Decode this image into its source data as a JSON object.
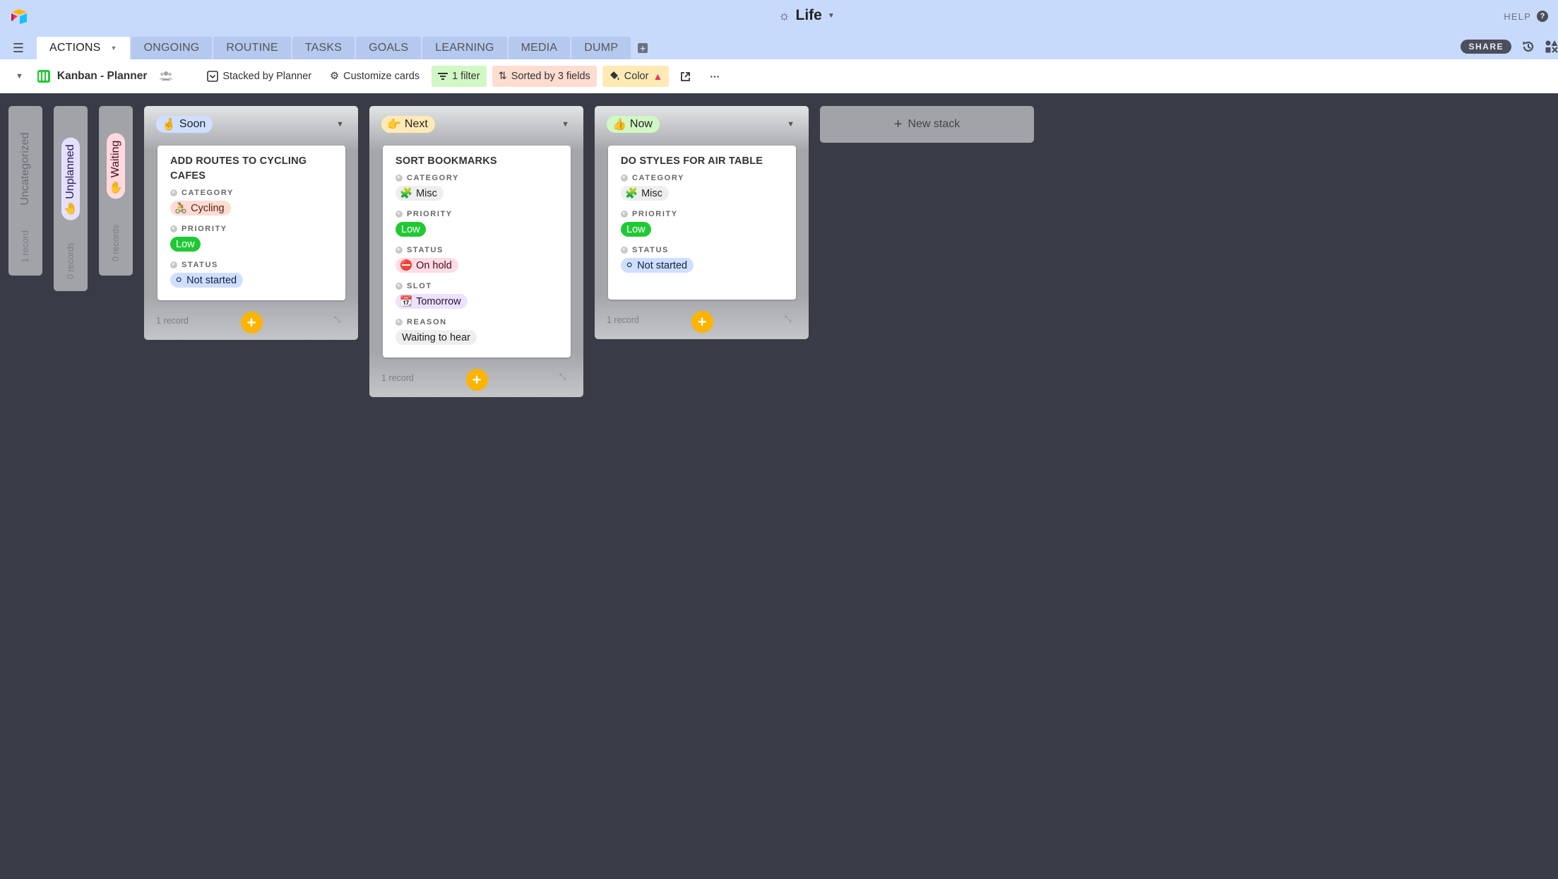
{
  "header": {
    "base_name": "Life",
    "base_icon": "☼",
    "help_label": "HELP",
    "help_icon": "?",
    "share_label": "SHARE"
  },
  "tabs": [
    {
      "label": "ACTIONS",
      "active": true
    },
    {
      "label": "ONGOING"
    },
    {
      "label": "ROUTINE"
    },
    {
      "label": "TASKS"
    },
    {
      "label": "GOALS"
    },
    {
      "label": "LEARNING"
    },
    {
      "label": "MEDIA"
    },
    {
      "label": "DUMP"
    }
  ],
  "toolbar": {
    "view_name": "Kanban - Planner",
    "stacked_label": "Stacked by Planner",
    "customize_label": "Customize cards",
    "filter_label": "1 filter",
    "sort_label": "Sorted by 3 fields",
    "color_label": "Color",
    "more_label": "···"
  },
  "collapsed_stacks": [
    {
      "name": "Uncategorized",
      "count": "1 record"
    },
    {
      "name": "Unplanned",
      "emoji": "🤚",
      "count": "0 records",
      "color": "#e6e0ff"
    },
    {
      "name": "Waiting",
      "emoji": "✋",
      "count": "0 records",
      "color": "#ffd9de"
    }
  ],
  "stacks": [
    {
      "name": "Soon",
      "emoji": "🤞",
      "color": "#cfdfff",
      "count": "1 record",
      "cards": [
        {
          "title": "ADD ROUTES TO CYCLING CAFES",
          "fields": [
            {
              "label": "CATEGORY",
              "value": "Cycling",
              "emoji": "🚴",
              "color": "#ffdcd3"
            },
            {
              "label": "PRIORITY",
              "value": "Low",
              "style": "green-solid"
            },
            {
              "label": "STATUS",
              "value": "Not started",
              "emoji": "⚪",
              "color": "#cfdfff"
            }
          ]
        }
      ]
    },
    {
      "name": "Next",
      "emoji": "👉",
      "color": "#ffeab6",
      "count": "1 record",
      "cards": [
        {
          "title": "SORT BOOKMARKS",
          "fields": [
            {
              "label": "CATEGORY",
              "value": "Misc",
              "emoji": "🧩",
              "color": "#eeeeee"
            },
            {
              "label": "PRIORITY",
              "value": "Low",
              "style": "green-solid"
            },
            {
              "label": "STATUS",
              "value": "On hold",
              "emoji": "⛔",
              "color": "#ffdce5"
            },
            {
              "label": "SLOT",
              "value": "Tomorrow",
              "emoji": "📆",
              "color": "#ede2fe"
            },
            {
              "label": "REASON",
              "value": "Waiting to hear",
              "color": "#eeeeee"
            }
          ]
        }
      ]
    },
    {
      "name": "Now",
      "emoji": "👍",
      "color": "#d1f7c4",
      "count": "1 record",
      "cards": [
        {
          "title": "DO STYLES FOR AIR TABLE",
          "fields": [
            {
              "label": "CATEGORY",
              "value": "Misc",
              "emoji": "🧩",
              "color": "#eeeeee"
            },
            {
              "label": "PRIORITY",
              "value": "Low",
              "style": "green-solid"
            },
            {
              "label": "STATUS",
              "value": "Not started",
              "emoji": "⚪",
              "color": "#cfdfff"
            }
          ]
        }
      ]
    }
  ],
  "new_stack_label": "New stack",
  "colors": {
    "header_bg": "#c8dafc",
    "board_bg": "#393c46",
    "add_button": "#fcb400",
    "priority_low": "#20c933"
  }
}
